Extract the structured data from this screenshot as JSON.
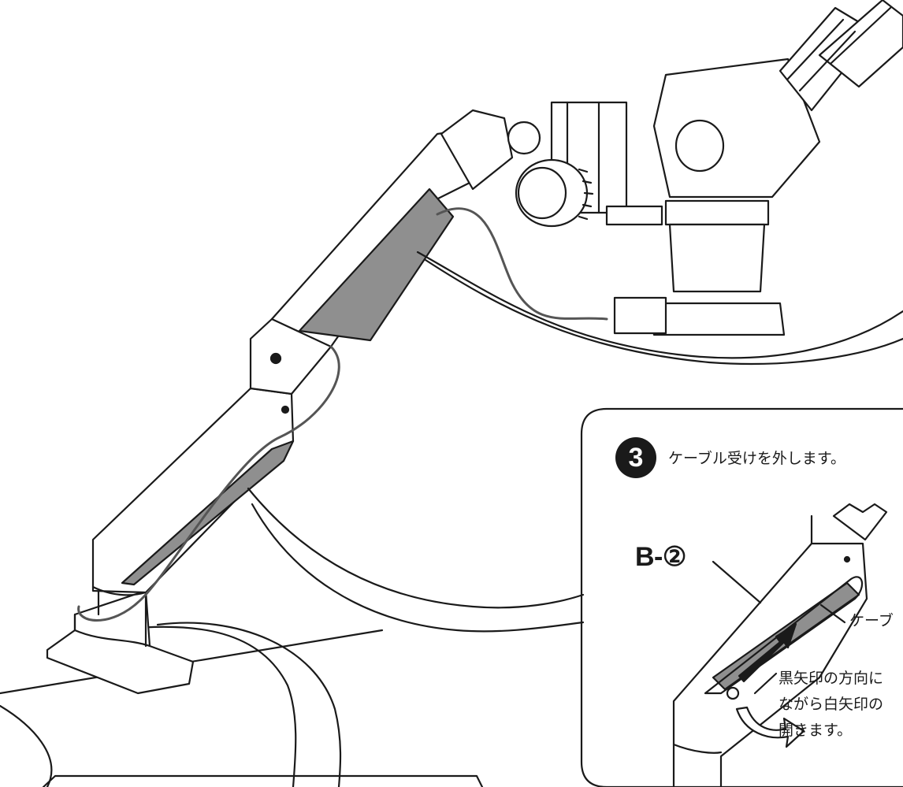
{
  "step": {
    "number": "3",
    "instruction": "ケーブル受けを外します。"
  },
  "callouts": {
    "part_label": "B-②",
    "cable_label": "ケーブ",
    "instruction_lines": [
      "黒矢印の方向に",
      "ながら白矢印の",
      "開きます。"
    ]
  },
  "colors": {
    "line": "#1a1a1a",
    "cable_cover_fill": "#8f8f8f",
    "background": "#ffffff"
  }
}
